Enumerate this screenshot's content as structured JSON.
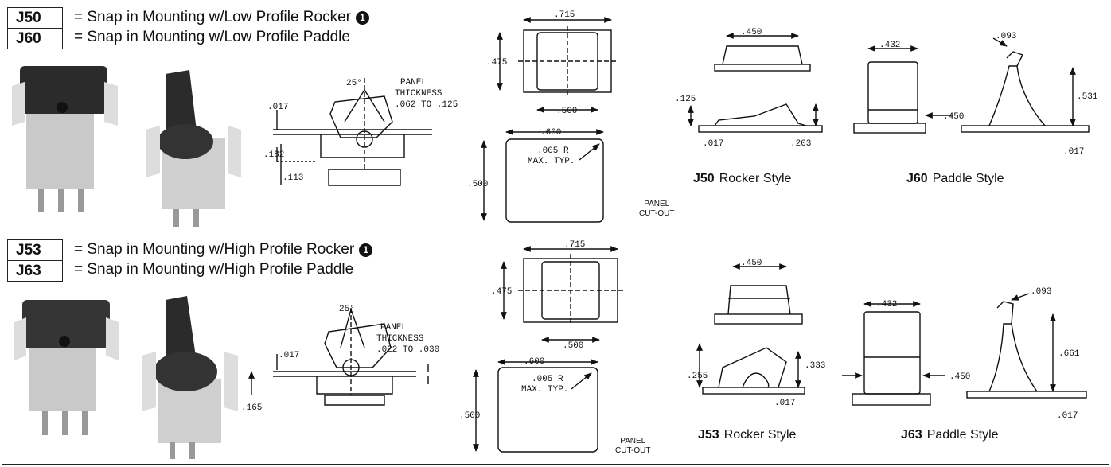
{
  "sections": [
    {
      "codes": [
        "J50",
        "J60"
      ],
      "lines": [
        "= Snap in Mounting w/Low Profile Rocker",
        "= Snap in Mounting w/Low Profile Paddle"
      ],
      "note": "1",
      "dims": {
        "angle": "25°",
        "panel": "PANEL",
        "thickness": "THICKNESS",
        "thickness_range": ".062 TO .125",
        "d017": ".017",
        "d182": ".182",
        "d113": ".113",
        "w715": ".715",
        "h475": ".475",
        "w500": ".500",
        "w600": ".600",
        "h500": ".500",
        "radius": ".005 R",
        "maxtyp": "MAX. TYP.",
        "r450": ".450",
        "r125": ".125",
        "r017": ".017",
        "r203": ".203",
        "p432": ".432",
        "p093": ".093",
        "p450": ".450",
        "p531": ".531",
        "p017": ".017"
      },
      "cutout": "PANEL\nCUT-OUT",
      "rocker_caption": {
        "code": "J50",
        "text": "Rocker Style"
      },
      "paddle_caption": {
        "code": "J60",
        "text": "Paddle Style"
      }
    },
    {
      "codes": [
        "J53",
        "J63"
      ],
      "lines": [
        "= Snap in Mounting w/High Profile Rocker",
        "= Snap in Mounting w/High Profile Paddle"
      ],
      "note": "1",
      "dims": {
        "angle": "25°",
        "panel": "PANEL",
        "thickness": "THICKNESS",
        "thickness_range": ".022 TO .030",
        "d017": ".017",
        "d165": ".165",
        "w715": ".715",
        "h475": ".475",
        "w500": ".500",
        "w600": ".600",
        "h500": ".500",
        "radius": ".005 R",
        "maxtyp": "MAX. TYP.",
        "r450": ".450",
        "r255": ".255",
        "r333": ".333",
        "r017": ".017",
        "p432": ".432",
        "p093": ".093",
        "p450": ".450",
        "p661": ".661",
        "p017": ".017"
      },
      "cutout": "PANEL\nCUT-OUT",
      "rocker_caption": {
        "code": "J53",
        "text": "Rocker Style"
      },
      "paddle_caption": {
        "code": "J63",
        "text": "Paddle Style"
      }
    }
  ]
}
